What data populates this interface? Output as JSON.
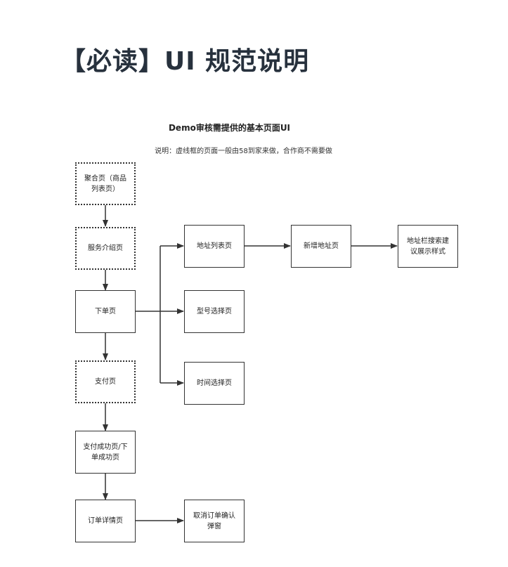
{
  "page_title": "【必读】UI 规范说明",
  "diagram": {
    "title": "Demo审核需提供的基本页面UI",
    "note": "说明：虚线框的页面一般由58到家来做，合作商不需要做",
    "nodes": {
      "aggregate": "聚合页（商品列表页）",
      "service_intro": "服务介绍页",
      "place_order": "下单页",
      "payment": "支付页",
      "payment_success": "支付成功页/下单成功页",
      "order_detail": "订单详情页",
      "address_list": "地址列表页",
      "model_select": "型号选择页",
      "time_select": "时间选择页",
      "new_address": "新增地址页",
      "search_suggest": "地址栏搜索建议展示样式",
      "cancel_dialog": "取消订单确认弹窗"
    }
  }
}
